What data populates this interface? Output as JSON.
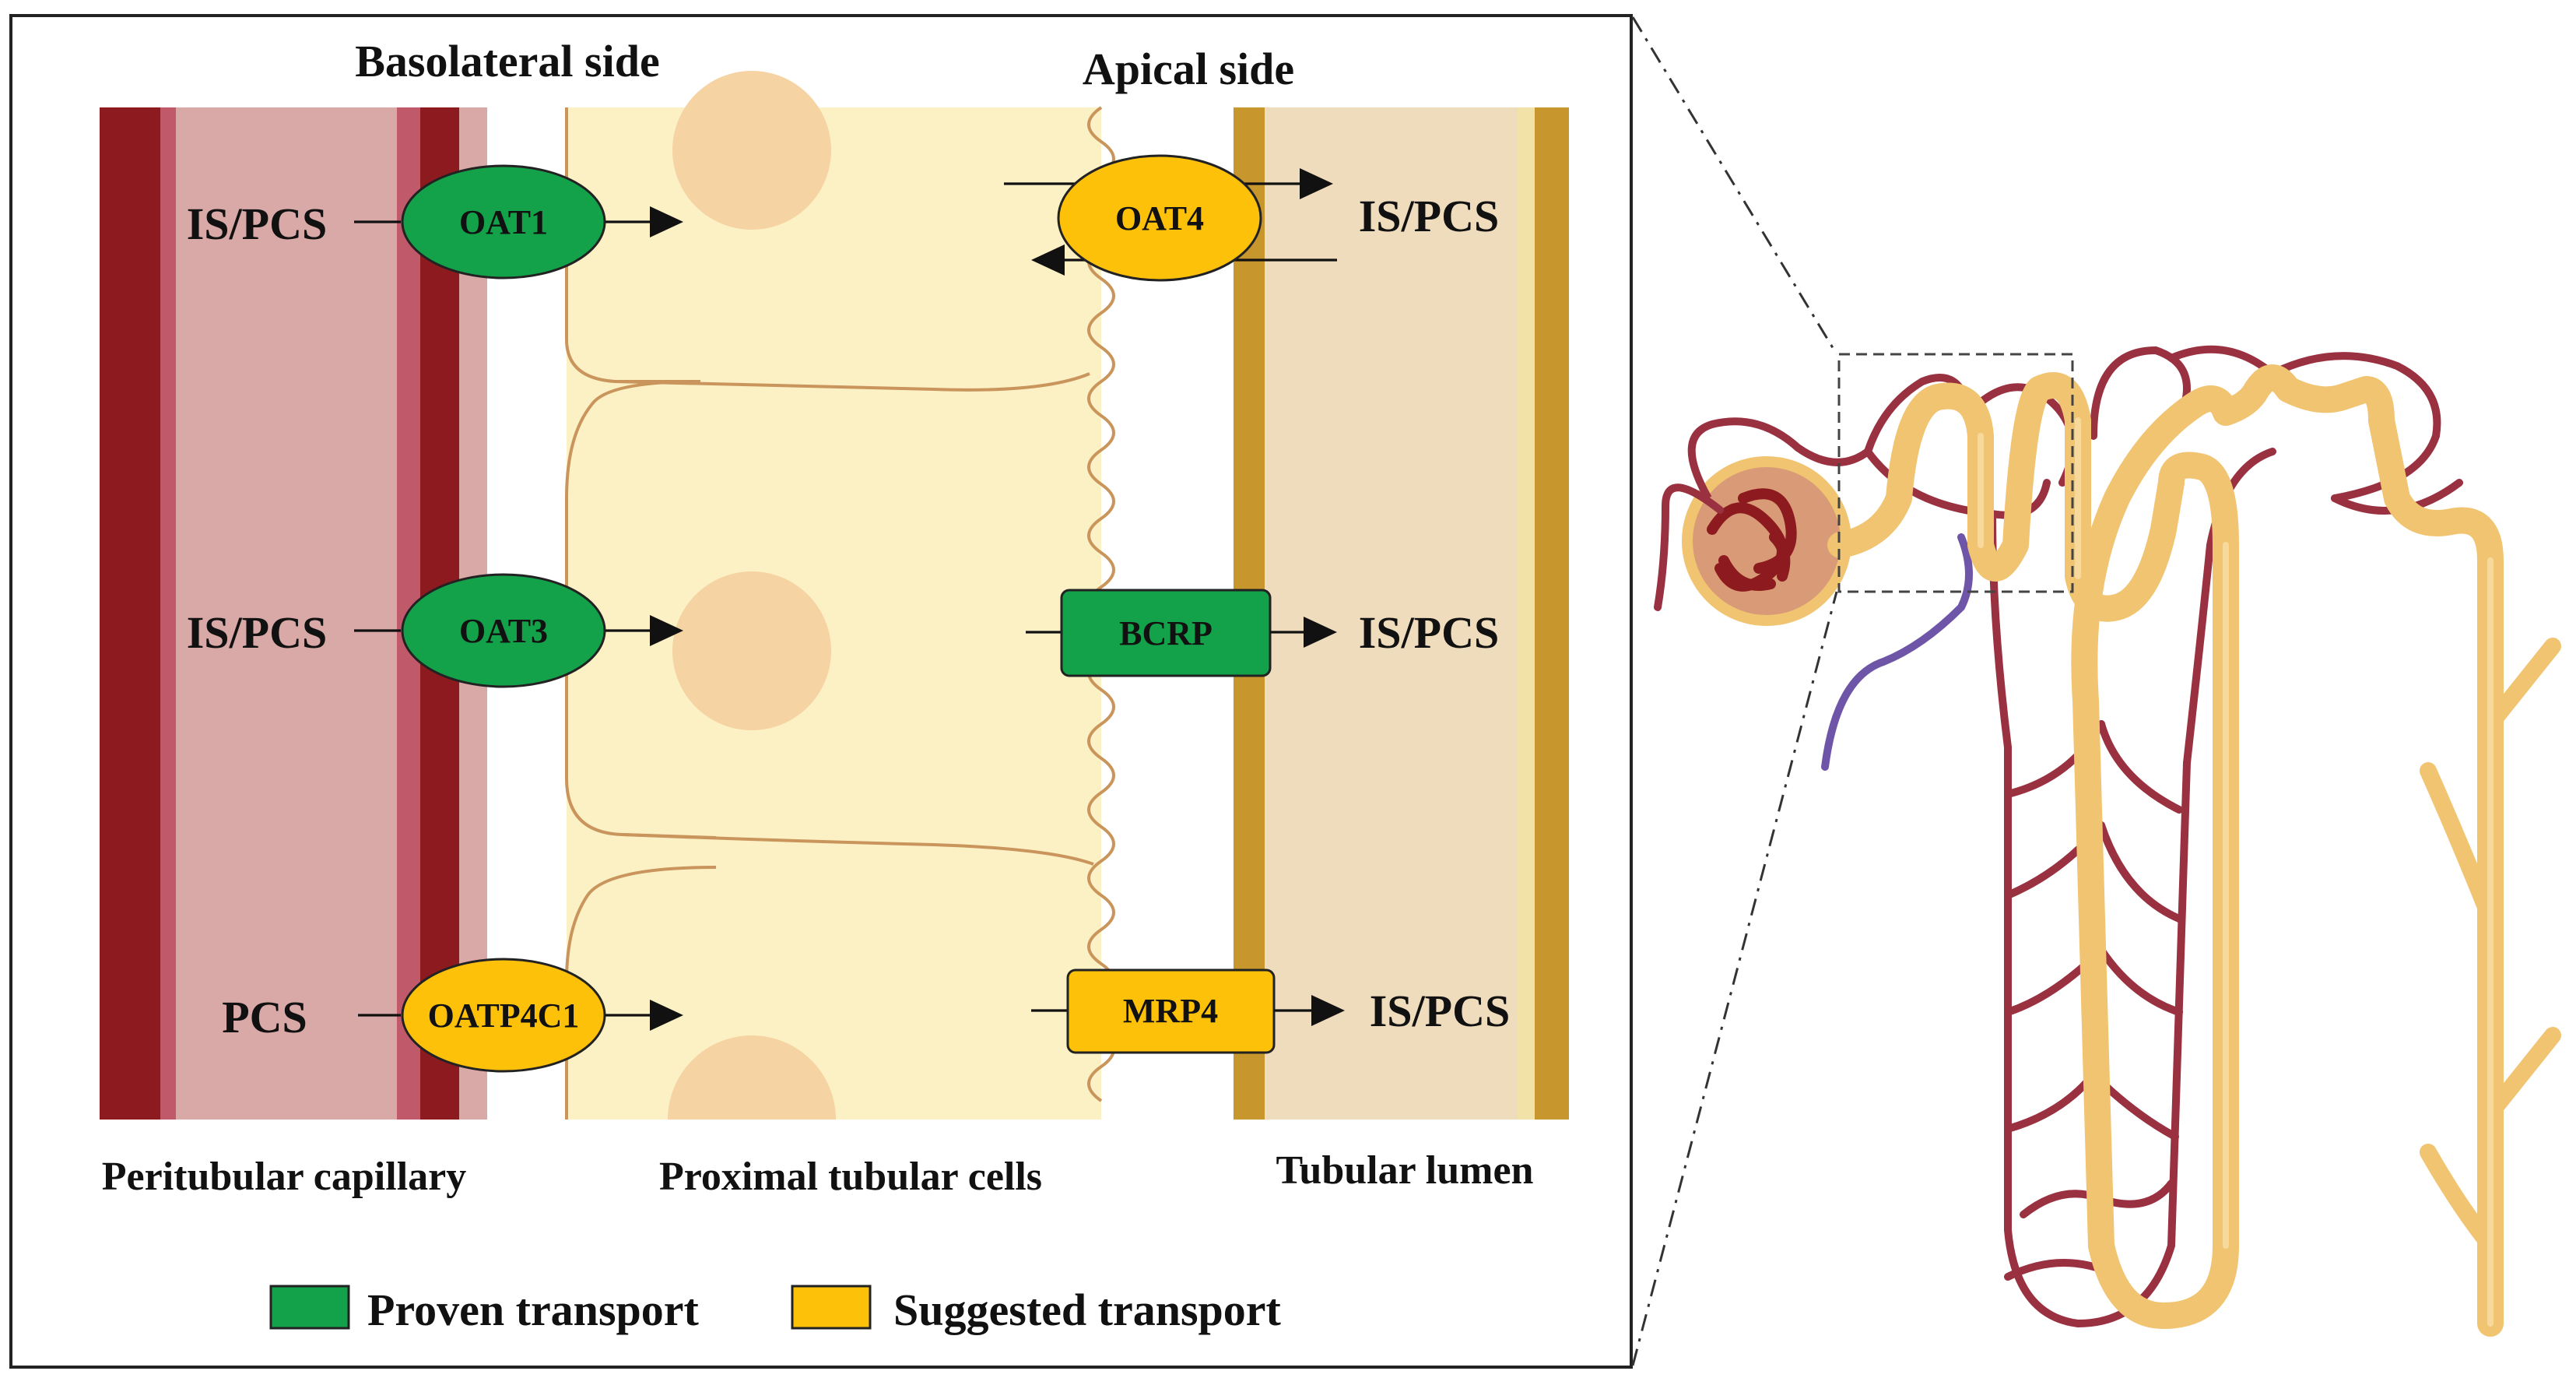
{
  "labels": {
    "basolateral_side": "Basolateral side",
    "apical_side": "Apical side",
    "peritubular_capillary": "Peritubular capillary",
    "proximal_tubular_cells": "Proximal tubular cells",
    "tubular_lumen": "Tubular lumen"
  },
  "transporters": {
    "oat1": {
      "name": "OAT1",
      "substrate": "IS/PCS",
      "status": "proven"
    },
    "oat3": {
      "name": "OAT3",
      "substrate": "IS/PCS",
      "status": "proven"
    },
    "oatp4c1": {
      "name": "OATP4C1",
      "substrate": "PCS",
      "status": "suggested"
    },
    "oat4": {
      "name": "OAT4",
      "substrate": "IS/PCS",
      "status": "suggested"
    },
    "bcrp": {
      "name": "BCRP",
      "substrate": "IS/PCS",
      "status": "proven"
    },
    "mrp4": {
      "name": "MRP4",
      "substrate": "IS/PCS",
      "status": "suggested"
    }
  },
  "legend": {
    "proven_label": "Proven transport",
    "suggested_label": "Suggested transport"
  },
  "colors": {
    "proven": "#13a24a",
    "suggested": "#fdc10a",
    "capillary_wall": "#8c1a1e",
    "capillary_inner": "#d9a9a7",
    "cell_fill": "#fcf1c4",
    "cell_outline": "#c9955c",
    "nucleus": "#f6d3a2",
    "lumen_wall": "#c7962c",
    "lumen_fill": "#efdcbc",
    "nephron_tube": "#f1c472",
    "blood_vessel": "#9a3140",
    "vein": "#6f55a8"
  }
}
